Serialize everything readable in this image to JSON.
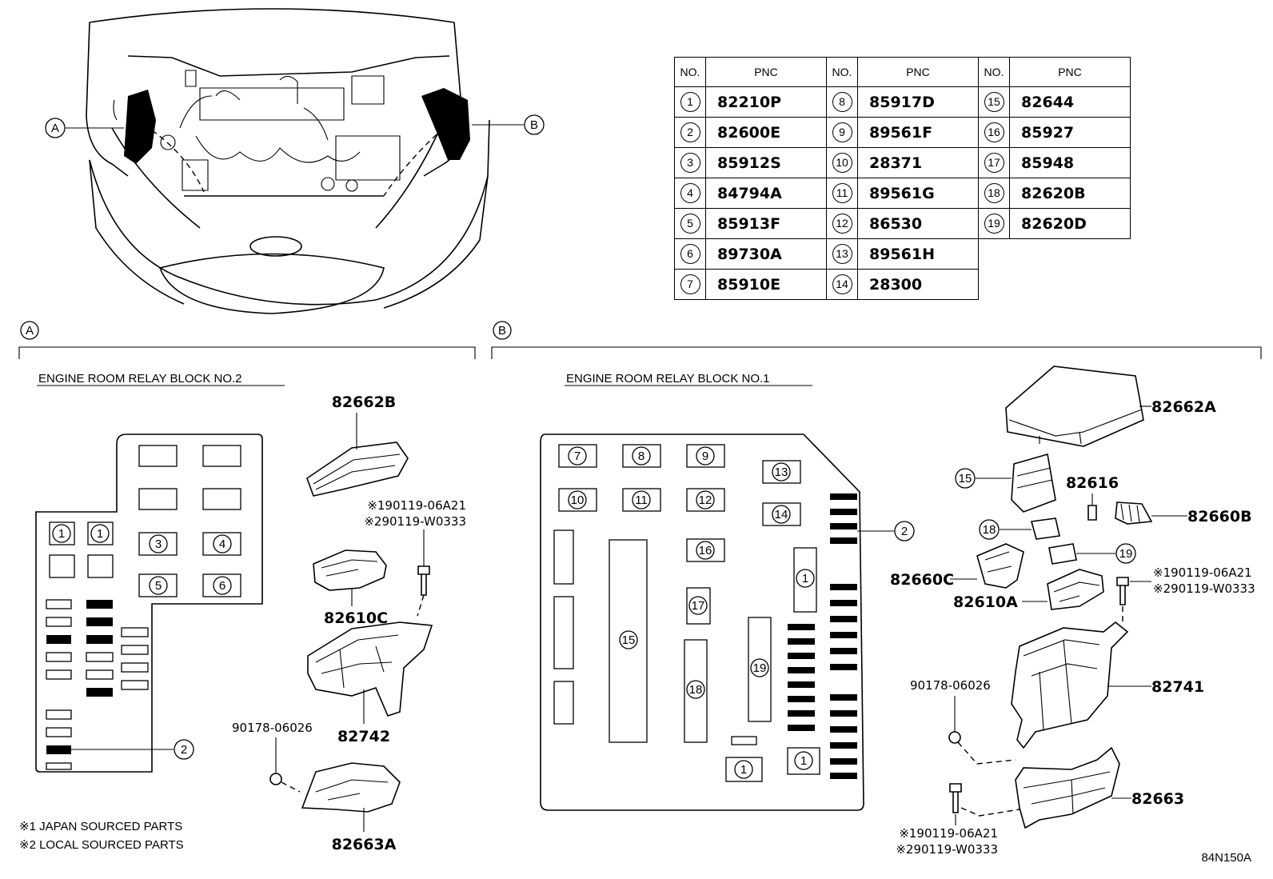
{
  "table": {
    "header_no": "NO.",
    "header_pnc": "PNC",
    "columns": [
      [
        {
          "no": "1",
          "pnc": "82210P"
        },
        {
          "no": "2",
          "pnc": "82600E"
        },
        {
          "no": "3",
          "pnc": "85912S"
        },
        {
          "no": "4",
          "pnc": "84794A"
        },
        {
          "no": "5",
          "pnc": "85913F"
        },
        {
          "no": "6",
          "pnc": "89730A"
        },
        {
          "no": "7",
          "pnc": "85910E"
        }
      ],
      [
        {
          "no": "8",
          "pnc": "85917D"
        },
        {
          "no": "9",
          "pnc": "89561F"
        },
        {
          "no": "10",
          "pnc": "28371"
        },
        {
          "no": "11",
          "pnc": "89561G"
        },
        {
          "no": "12",
          "pnc": "86530"
        },
        {
          "no": "13",
          "pnc": "89561H"
        },
        {
          "no": "14",
          "pnc": "28300"
        }
      ],
      [
        {
          "no": "15",
          "pnc": "82644"
        },
        {
          "no": "16",
          "pnc": "85927"
        },
        {
          "no": "17",
          "pnc": "85948"
        },
        {
          "no": "18",
          "pnc": "82620B"
        },
        {
          "no": "19",
          "pnc": "82620D"
        }
      ]
    ]
  },
  "callouts": {
    "a": "A",
    "b": "B"
  },
  "section_a": {
    "title": "ENGINE ROOM RELAY BLOCK NO.2",
    "parts": {
      "cover": "82662B",
      "note1": "※190119-06A21",
      "note2": "※290119-W0333",
      "relay": "82610C",
      "block": "82742",
      "screw": "90178-06026",
      "lower": "82663A"
    },
    "nums": {
      "n1": "1",
      "n2": "2",
      "n3": "3",
      "n4": "4",
      "n5": "5",
      "n6": "6"
    }
  },
  "section_b": {
    "title": "ENGINE ROOM RELAY BLOCK NO.1",
    "parts": {
      "cover": "82662A",
      "p82616": "82616",
      "p82660b": "82660B",
      "p82660c": "82660C",
      "p82610a": "82610A",
      "note1": "※190119-06A21",
      "note2": "※290119-W0333",
      "block": "82741",
      "screw": "90178-06026",
      "lower": "82663",
      "note1b": "※190119-06A21",
      "note2b": "※290119-W0333"
    },
    "nums": {
      "n1": "1",
      "n2": "2",
      "n7": "7",
      "n8": "8",
      "n9": "9",
      "n10": "10",
      "n11": "11",
      "n12": "12",
      "n13": "13",
      "n14": "14",
      "n15": "15",
      "n16": "16",
      "n17": "17",
      "n18": "18",
      "n19": "19"
    }
  },
  "footnotes": {
    "line1": "※1 JAPAN SOURCED PARTS",
    "line2": "※2 LOCAL SOURCED PARTS"
  },
  "diagram_id": "84N150A"
}
